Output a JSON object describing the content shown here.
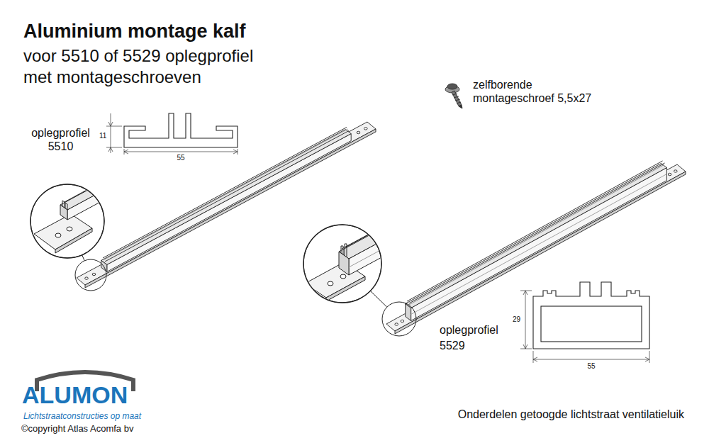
{
  "diagram": {
    "title": "Aluminium montage kalf",
    "caption": "Onderdelen getoogde lichtstraat ventilatieluik",
    "labels": [
      "voor 5510 of 5529 oplegprofiel met montageschroeven",
      "oplegprofiel 5510",
      "11",
      "55",
      "zelfborende montageschroef 5,5x27",
      "oplegprofiel 5529",
      "29",
      "55",
      "ALUMON",
      "Lichtstraatconstructies op maat",
      "©copyright Atlas Acomfa bv"
    ]
  }
}
